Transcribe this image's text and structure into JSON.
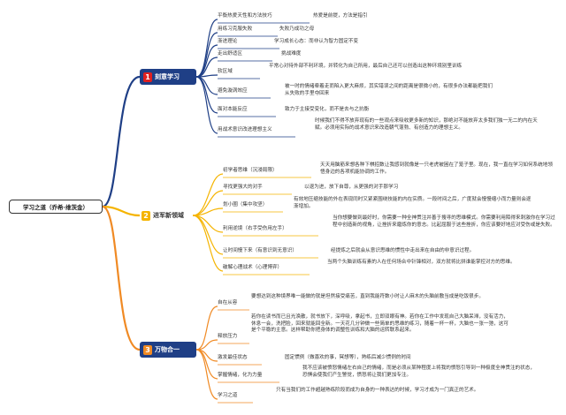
{
  "root": {
    "label": "学习之道（乔希·维茨金）"
  },
  "colors": {
    "c1": "#1f3f86",
    "c2": "#f5b400",
    "c3": "#f08a24",
    "root_border": "#333333"
  },
  "branches": [
    {
      "id": "b1",
      "badge": "1",
      "label": "刻意学习",
      "items": [
        {
          "label": "平衡热爱天性和方法技巧",
          "desc": "热爱是前提，方法是指引"
        },
        {
          "label": "用练习克服失败",
          "desc": "失败乃成功之母"
        },
        {
          "label": "渐进理论",
          "desc": "学习成长心态：而非认为智力固定不变"
        },
        {
          "label": "走出舒适区",
          "desc": "挑战难度"
        },
        {
          "label": "软区域",
          "desc": "平常心对待外部不利环境，并转化为自己所用，最后自己还可以创造出这种环境别里训练"
        },
        {
          "label": "避免漩涡效应",
          "desc": "被一时的情绪牵着走而陷入更大麻烦，其实错误之间的距离是很微小的，有很多办法都能把我们从失败的手里夺回来"
        },
        {
          "label": "面对本能反应",
          "desc": "致力于主接受变化，而不是去与之抗衡"
        },
        {
          "label": "用战术意识改进理想主义",
          "desc": "时候我们不得不放弃现有的一些观点来吸收更多新的知识，那绝对不能放弃太多我们独一无二的内在天赋。必须用实际的战术意识来改造朝气蓬勃、有创造力的理想主义。"
        }
      ]
    },
    {
      "id": "b2",
      "badge": "2",
      "label": "进军新领域",
      "items": [
        {
          "label": "初学者思维（沉浸局限）",
          "desc": "天天用脑筋来想各种下棋招数让我感到就像是一只老虎被困在了笼子里。现在，我一直在学习如何系统地领悟身边的各项机能协调的工作。"
        },
        {
          "label": "寻找更强大的对手",
          "desc": "以退为进，放下自尊，从更强的对手那学习"
        },
        {
          "label": "划小圈（集中攻坚）",
          "desc": "有效地压缩技能的外在表现同时又紧紧围绕技能的内在实质。一段时间之后，广度就会慢慢缩小而力量则会逐渐增加。"
        },
        {
          "label": "利用逆境（右手受伤用左手）",
          "desc": "当你想要做到最好时，你需要一种全神贯注并善于搜寻的思维模式。你需要利用陌得来刺激你在学习过程中创造新的视角，让挫折来磨炼你的意志。比起屈服于这些挫折，你应该要好地应对受伤或是失败。"
        },
        {
          "label": "让时间慢下来（有意识到无意识）",
          "desc": "经提炼之后就会从意识思维的惯性中走出来在自由的非意识过程。"
        },
        {
          "label": "破解心理战术（心理博弈）",
          "desc": "当两个头脑训练有素的人在任何场合中针锋相对，双方就将比拼谁能掌控对方的思维。"
        }
      ]
    },
    {
      "id": "b3",
      "badge": "3",
      "label": "万物合一",
      "items": [
        {
          "label": "自在从容",
          "desc": "要想达到这种境界唯一能做的就是坦然接受痛苦，直到我能符数小时让人麻木的头脑前敷当成是吃饭很步。"
        },
        {
          "label": "释放压力",
          "desc": "若你在读书而已且光涣散，就书放下，深呼吸，拿起书，立即双眼有神。若你在工作中发现自己大脑呆滞，没有活力，休息一会，洗把脸，回来就能回全新。一天花几分钟做一些简单的思维的练习，随着一杯一杯，大脑也一张一弛，这可是个平稳的主意。这样帮助你把身体的调整性训练和大脑的运转联系起来。"
        },
        {
          "label": "激发最佳状态",
          "desc": "固定惯例（做喜欢的事，冥想等），熟练后减少惯例的时间"
        },
        {
          "label": "掌握情绪，化为力量",
          "desc": "我不应该被愤怒情绪左右自己的情绪，而是必须从某种程度上将我的愤怒引导到一种极度全神贯注的状态，恐惧会使我们产生警觉，愤怒将让我们更加专注。"
        },
        {
          "label": "学习之道",
          "desc": "只有当我们的工作超越熟练阶段而成为自身的一种表达的时候，学习才成为一门真正的艺术。"
        }
      ]
    }
  ]
}
